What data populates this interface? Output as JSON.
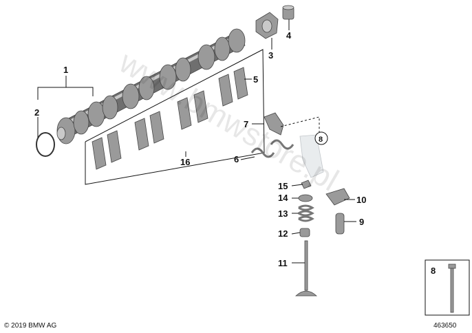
{
  "callouts": {
    "c1": "1",
    "c2": "2",
    "c3": "3",
    "c4": "4",
    "c5": "5",
    "c6": "6",
    "c7": "7",
    "c8": "8",
    "c9": "9",
    "c10": "10",
    "c11": "11",
    "c12": "12",
    "c13": "13",
    "c14": "14",
    "c15": "15",
    "c16": "16"
  },
  "inset": {
    "label": "8"
  },
  "footer": {
    "copyright": "© 2019 BMW AG",
    "diagram_number": "463650"
  },
  "watermark": "www.bmwstore.pl",
  "colors": {
    "part_grey": "#9a9a9a",
    "line": "#111111",
    "background": "#ffffff"
  }
}
